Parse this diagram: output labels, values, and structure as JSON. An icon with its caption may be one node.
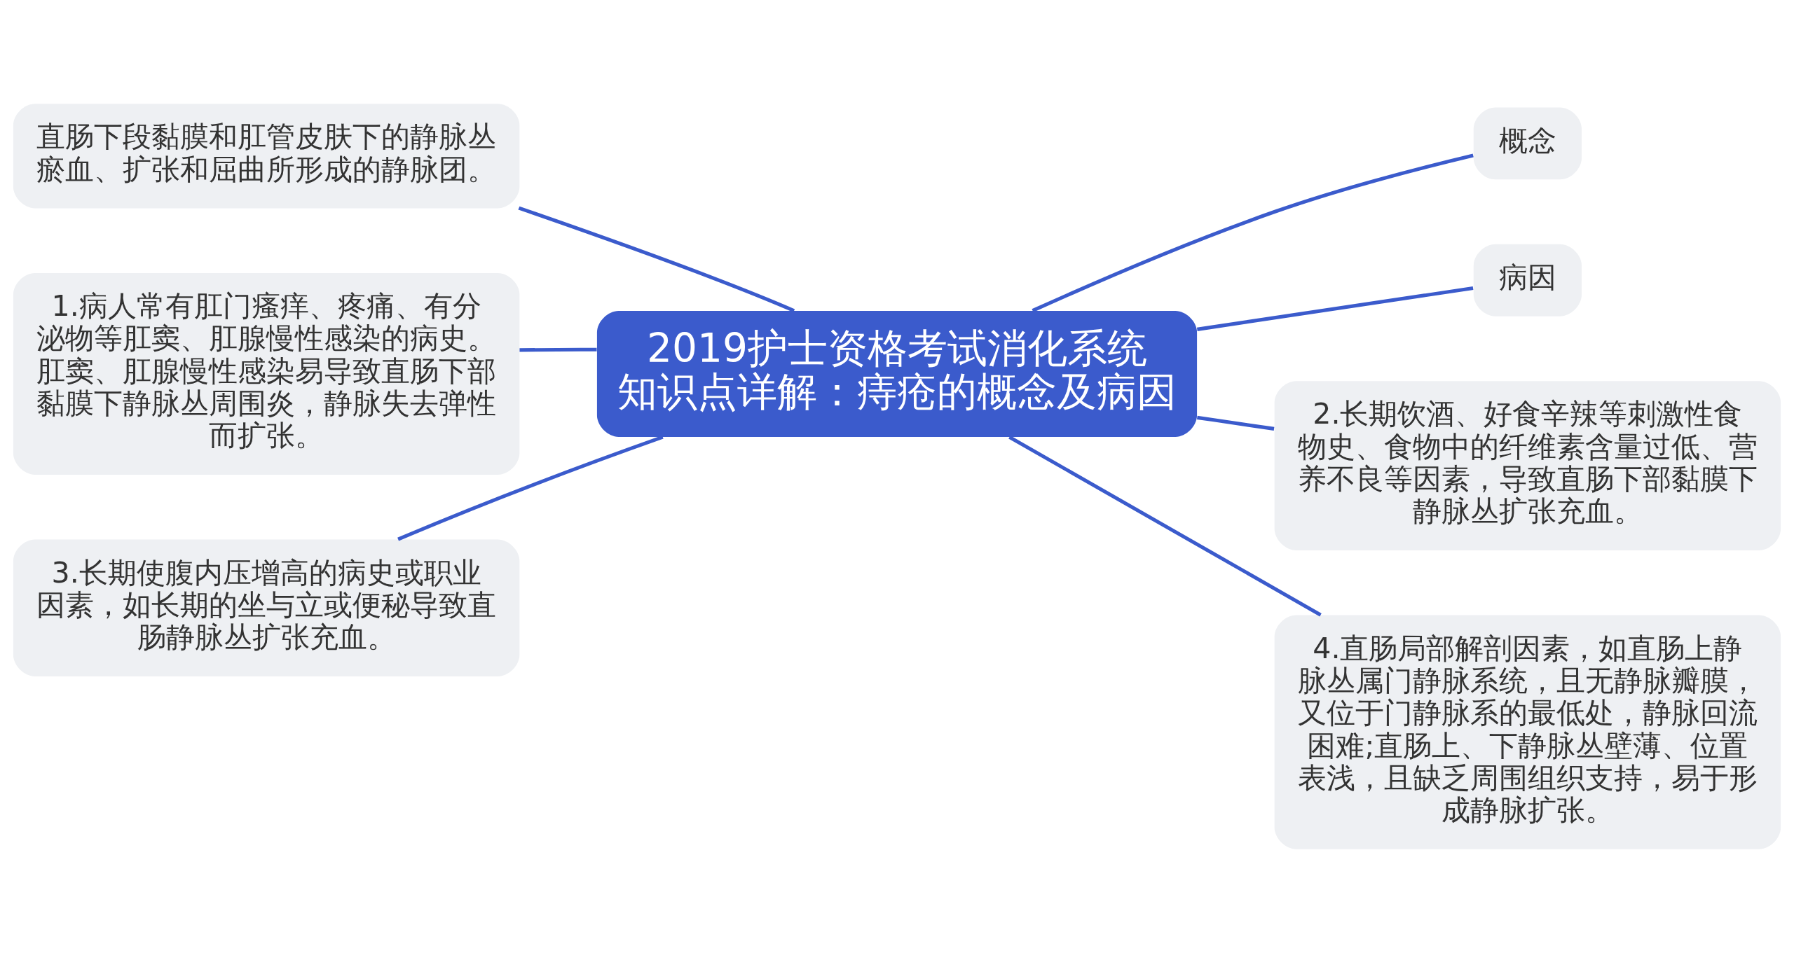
{
  "diagram": {
    "nodes": [
      {
        "text": [
          "2019护士资格考试消化系统知识点详解：痔疮的概念及病因"
        ]
      },
      {
        "text": [
          "直肠下段黏膜和肛管皮肤下的静脉丛瘀血、扩张和屈曲所形成的静脉团。"
        ]
      },
      {
        "text": [
          "1.病人常有肛门瘙痒、疼痛、有分泌物等肛窦、肛腺慢性感染的病史。肛窦、肛腺慢性感染易导致直肠下部黏膜下静脉丛周围炎，静脉失去弹性而扩张。"
        ]
      },
      {
        "text": [
          "3.长期使腹内压增高的病史或职业因素，如长期的坐与立或便秘导致直肠静脉丛扩张充血。"
        ]
      },
      {
        "text": [
          "概念"
        ]
      },
      {
        "text": [
          "病因"
        ]
      },
      {
        "text": [
          "2.长期饮酒、好食辛辣等刺激性食物史、食物中的纤维素含量过低、营养不良等因素，导致直肠下部黏膜下静脉丛扩张充血。"
        ]
      },
      {
        "text": [
          "4.直肠局部解剖因素，如直肠上静脉丛属门静脉系统，且无静脉瓣膜，又位于门静脉系的最低处，静脉回流困难;直肠上、下静脉丛壁薄、位置表浅，且缺乏周围组织支持，易于形成静脉扩张。"
        ]
      }
    ],
    "edges": [
      {
        "from": 0,
        "to": 1,
        "arrow": "none"
      },
      {
        "from": 0,
        "to": 2,
        "arrow": "none"
      },
      {
        "from": 0,
        "to": 3,
        "arrow": "none"
      },
      {
        "from": 0,
        "to": 4,
        "arrow": "none"
      },
      {
        "from": 0,
        "to": 5,
        "arrow": "none"
      },
      {
        "from": 0,
        "to": 6,
        "arrow": "none"
      },
      {
        "from": 0,
        "to": 7,
        "arrow": "none"
      }
    ]
  }
}
